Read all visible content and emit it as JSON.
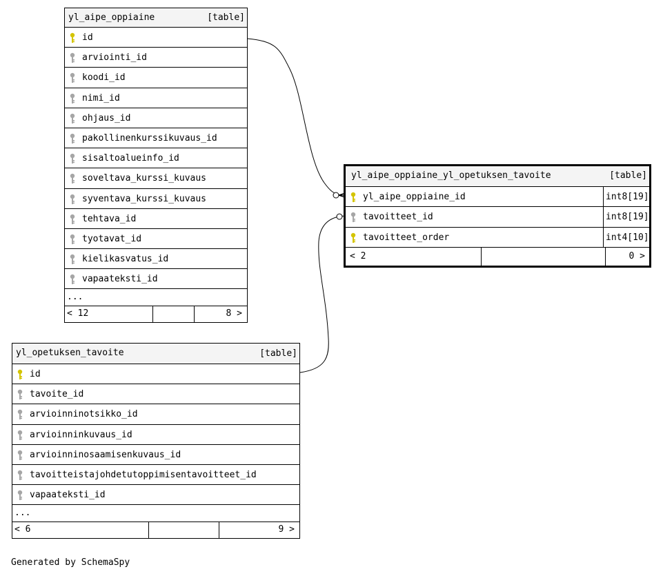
{
  "tables": {
    "aipe": {
      "name": "yl_aipe_oppiaine",
      "kind": "[table]",
      "columns": [
        {
          "name": "id",
          "key": "primary"
        },
        {
          "name": "arviointi_id",
          "key": "foreign"
        },
        {
          "name": "koodi_id",
          "key": "foreign"
        },
        {
          "name": "nimi_id",
          "key": "foreign"
        },
        {
          "name": "ohjaus_id",
          "key": "foreign"
        },
        {
          "name": "pakollinenkurssikuvaus_id",
          "key": "foreign"
        },
        {
          "name": "sisaltoalueinfo_id",
          "key": "foreign"
        },
        {
          "name": "soveltava_kurssi_kuvaus",
          "key": "foreign"
        },
        {
          "name": "syventava_kurssi_kuvaus",
          "key": "foreign"
        },
        {
          "name": "tehtava_id",
          "key": "foreign"
        },
        {
          "name": "tyotavat_id",
          "key": "foreign"
        },
        {
          "name": "kielikasvatus_id",
          "key": "foreign"
        },
        {
          "name": "vapaateksti_id",
          "key": "foreign"
        }
      ],
      "ellipsis": "...",
      "footer_left": "< 12",
      "footer_right": "8 >"
    },
    "join": {
      "name": "yl_aipe_oppiaine_yl_opetuksen_tavoite",
      "kind": "[table]",
      "columns": [
        {
          "name": "yl_aipe_oppiaine_id",
          "key": "primary",
          "type": "int8[19]"
        },
        {
          "name": "tavoitteet_id",
          "key": "foreign",
          "type": "int8[19]"
        },
        {
          "name": "tavoitteet_order",
          "key": "primary",
          "type": "int4[10]"
        }
      ],
      "footer_left": "< 2",
      "footer_right": "0 >"
    },
    "tavoite": {
      "name": "yl_opetuksen_tavoite",
      "kind": "[table]",
      "columns": [
        {
          "name": "id",
          "key": "primary"
        },
        {
          "name": "tavoite_id",
          "key": "foreign"
        },
        {
          "name": "arvioinninotsikko_id",
          "key": "foreign"
        },
        {
          "name": "arvioinninkuvaus_id",
          "key": "foreign"
        },
        {
          "name": "arvioinninosaamisenkuvaus_id",
          "key": "foreign"
        },
        {
          "name": "tavoitteistajohdetutoppimisentavoitteet_id",
          "key": "foreign"
        },
        {
          "name": "vapaateksti_id",
          "key": "foreign"
        }
      ],
      "ellipsis": "...",
      "footer_left": "< 6",
      "footer_right": "9 >"
    }
  },
  "colors": {
    "primary_key": "#d4c400",
    "foreign_key": "#a6a6a6",
    "header_bg": "#f4f4f4"
  },
  "footer_text": "Generated by SchemaSpy"
}
